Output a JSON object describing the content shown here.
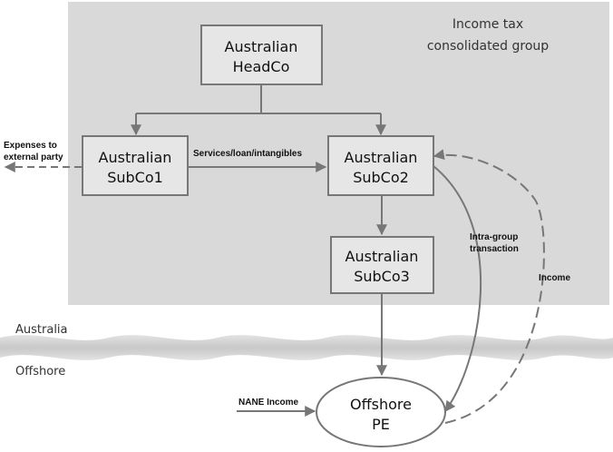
{
  "group": {
    "title_line1": "Income tax",
    "title_line2": "consolidated group"
  },
  "entities": {
    "headco": {
      "line1": "Australian",
      "line2": "HeadCo"
    },
    "subco1": {
      "line1": "Australian",
      "line2": "SubCo1"
    },
    "subco2": {
      "line1": "Australian",
      "line2": "SubCo2"
    },
    "subco3": {
      "line1": "Australian",
      "line2": "SubCo3"
    },
    "offshore_pe": {
      "line1": "Offshore",
      "line2": "PE"
    }
  },
  "labels": {
    "expenses_line1": "Expenses to",
    "expenses_line2": "external party",
    "services": "Services/loan/intangibles",
    "intra_line1": "Intra-group",
    "intra_line2": "transaction",
    "income": "Income",
    "nane": "NANE Income"
  },
  "regions": {
    "australia": "Australia",
    "offshore": "Offshore"
  },
  "colors": {
    "group_bg": "#d9d9d9",
    "box_fill": "#e6e6e6",
    "stroke": "#777777",
    "wave": "#cfcfcf"
  }
}
